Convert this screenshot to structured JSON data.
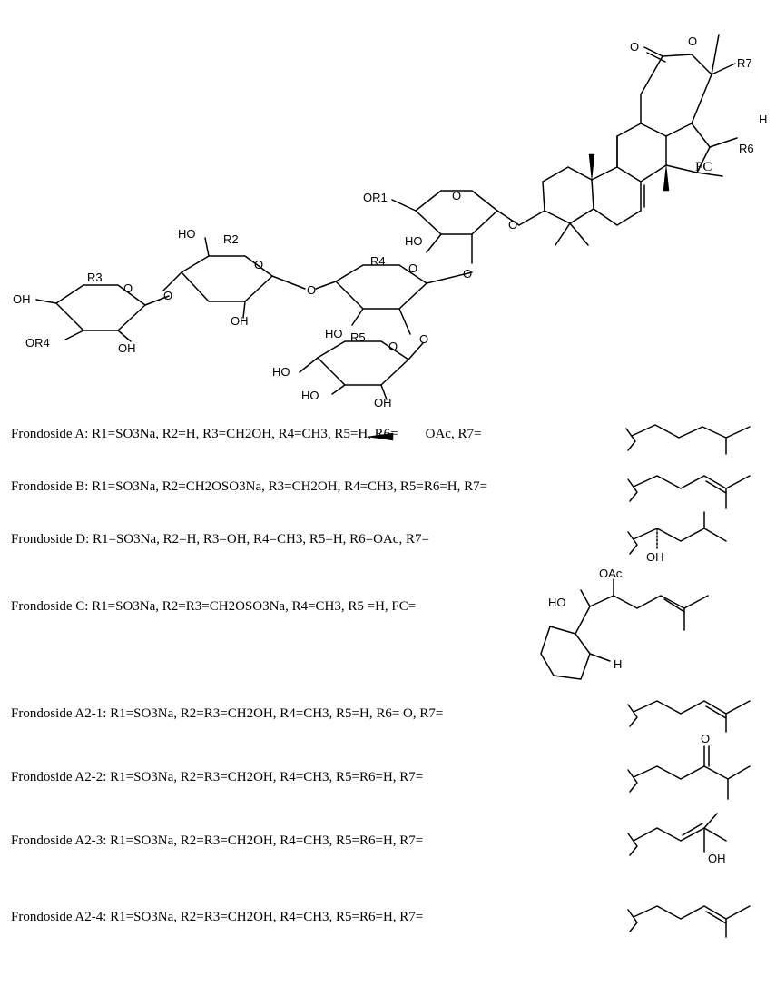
{
  "structure": {
    "fc_label": "FC",
    "labels": {
      "o_ring": "O",
      "o_keto": "O",
      "r7": "R7",
      "h": "H",
      "r6": "R6",
      "or1": "OR1",
      "o_glyc": "O",
      "ho_a": "HO",
      "o_a": "O",
      "o_b": "O",
      "r4": "R4",
      "ho_c": "HO",
      "o_c": "O",
      "r2": "R2",
      "ho_d": "HO",
      "o_d": "O",
      "oh_d": "OH",
      "o_e": "O",
      "r3": "R3",
      "oh_e": "OH",
      "or4": "OR4",
      "oh_e2": "OH",
      "o_link": "O",
      "r5": "R5",
      "o_f": "O",
      "ho_f": "HO",
      "ho_f2": "HO",
      "oh_f": "OH"
    }
  },
  "rows": [
    {
      "id": "a",
      "pre": "Frondoside A: R",
      "text": "Frondoside A: R1=SO3Na, R2=H, R3=CH2OH, R4=CH3, R5=H, R6=",
      "tail": "OAc, R7="
    },
    {
      "id": "b",
      "text": "Frondoside B: R1=SO3Na, R2=CH2OSO3Na, R3=CH2OH, R4=CH3, R5=R6=H, R7="
    },
    {
      "id": "d",
      "text": "Frondoside D: R1=SO3Na, R2=H, R3=OH, R4=CH3, R5=H, R6=OAc, R7="
    },
    {
      "id": "c",
      "text": "Frondoside C: R1=SO3Na, R2=R3=CH2OSO3Na, R4=CH3, R5 =H, FC="
    },
    {
      "id": "a21",
      "text": "Frondoside A2-1: R1=SO3Na, R2=R3=CH2OH, R4=CH3, R5=H, R6= O, R7="
    },
    {
      "id": "a22",
      "text": "Frondoside A2-2: R1=SO3Na, R2=R3=CH2OH, R4=CH3, R5=R6=H, R7="
    },
    {
      "id": "a23",
      "text": "Frondoside A2-3: R1=SO3Na, R2=R3=CH2OH, R4=CH3, R5=R6=H, R7="
    },
    {
      "id": "a24",
      "text": "Frondoside A2-4: R1=SO3Na, R2=R3=CH2OH, R4=CH3, R5=R6=H, R7="
    }
  ],
  "sidechain_labels": {
    "d_oh": "OH",
    "c_oac": "OAc",
    "c_ho": "HO",
    "c_h": "H",
    "a22_o": "O",
    "a23_oh": "OH"
  }
}
